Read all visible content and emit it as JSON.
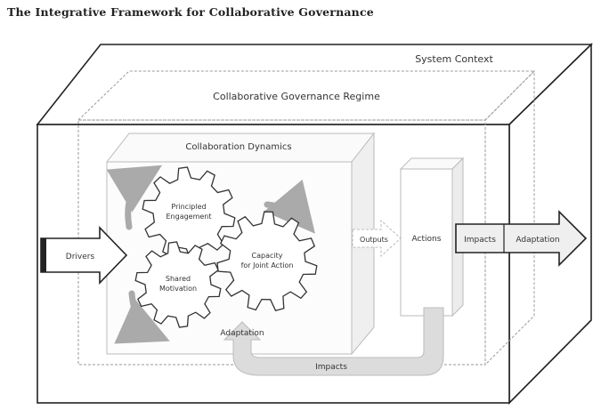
{
  "title": "The Integrative Framework for Collaborative Governance",
  "labels": {
    "system_context": "System Context",
    "regime": "Collaborative Governance Regime",
    "dynamics": "Collaboration Dynamics",
    "principled_engagement": "Principled Engagement",
    "shared_motivation": "Shared Motivation",
    "capacity_for_joint_action": "Capacity for Joint Action",
    "drivers": "Drivers",
    "outputs": "Outputs",
    "actions": "Actions",
    "impacts_outer": "Impacts",
    "adaptation_outer": "Adaptation",
    "adaptation_inner": "Adaptation",
    "impacts_bottom": "Impacts"
  }
}
